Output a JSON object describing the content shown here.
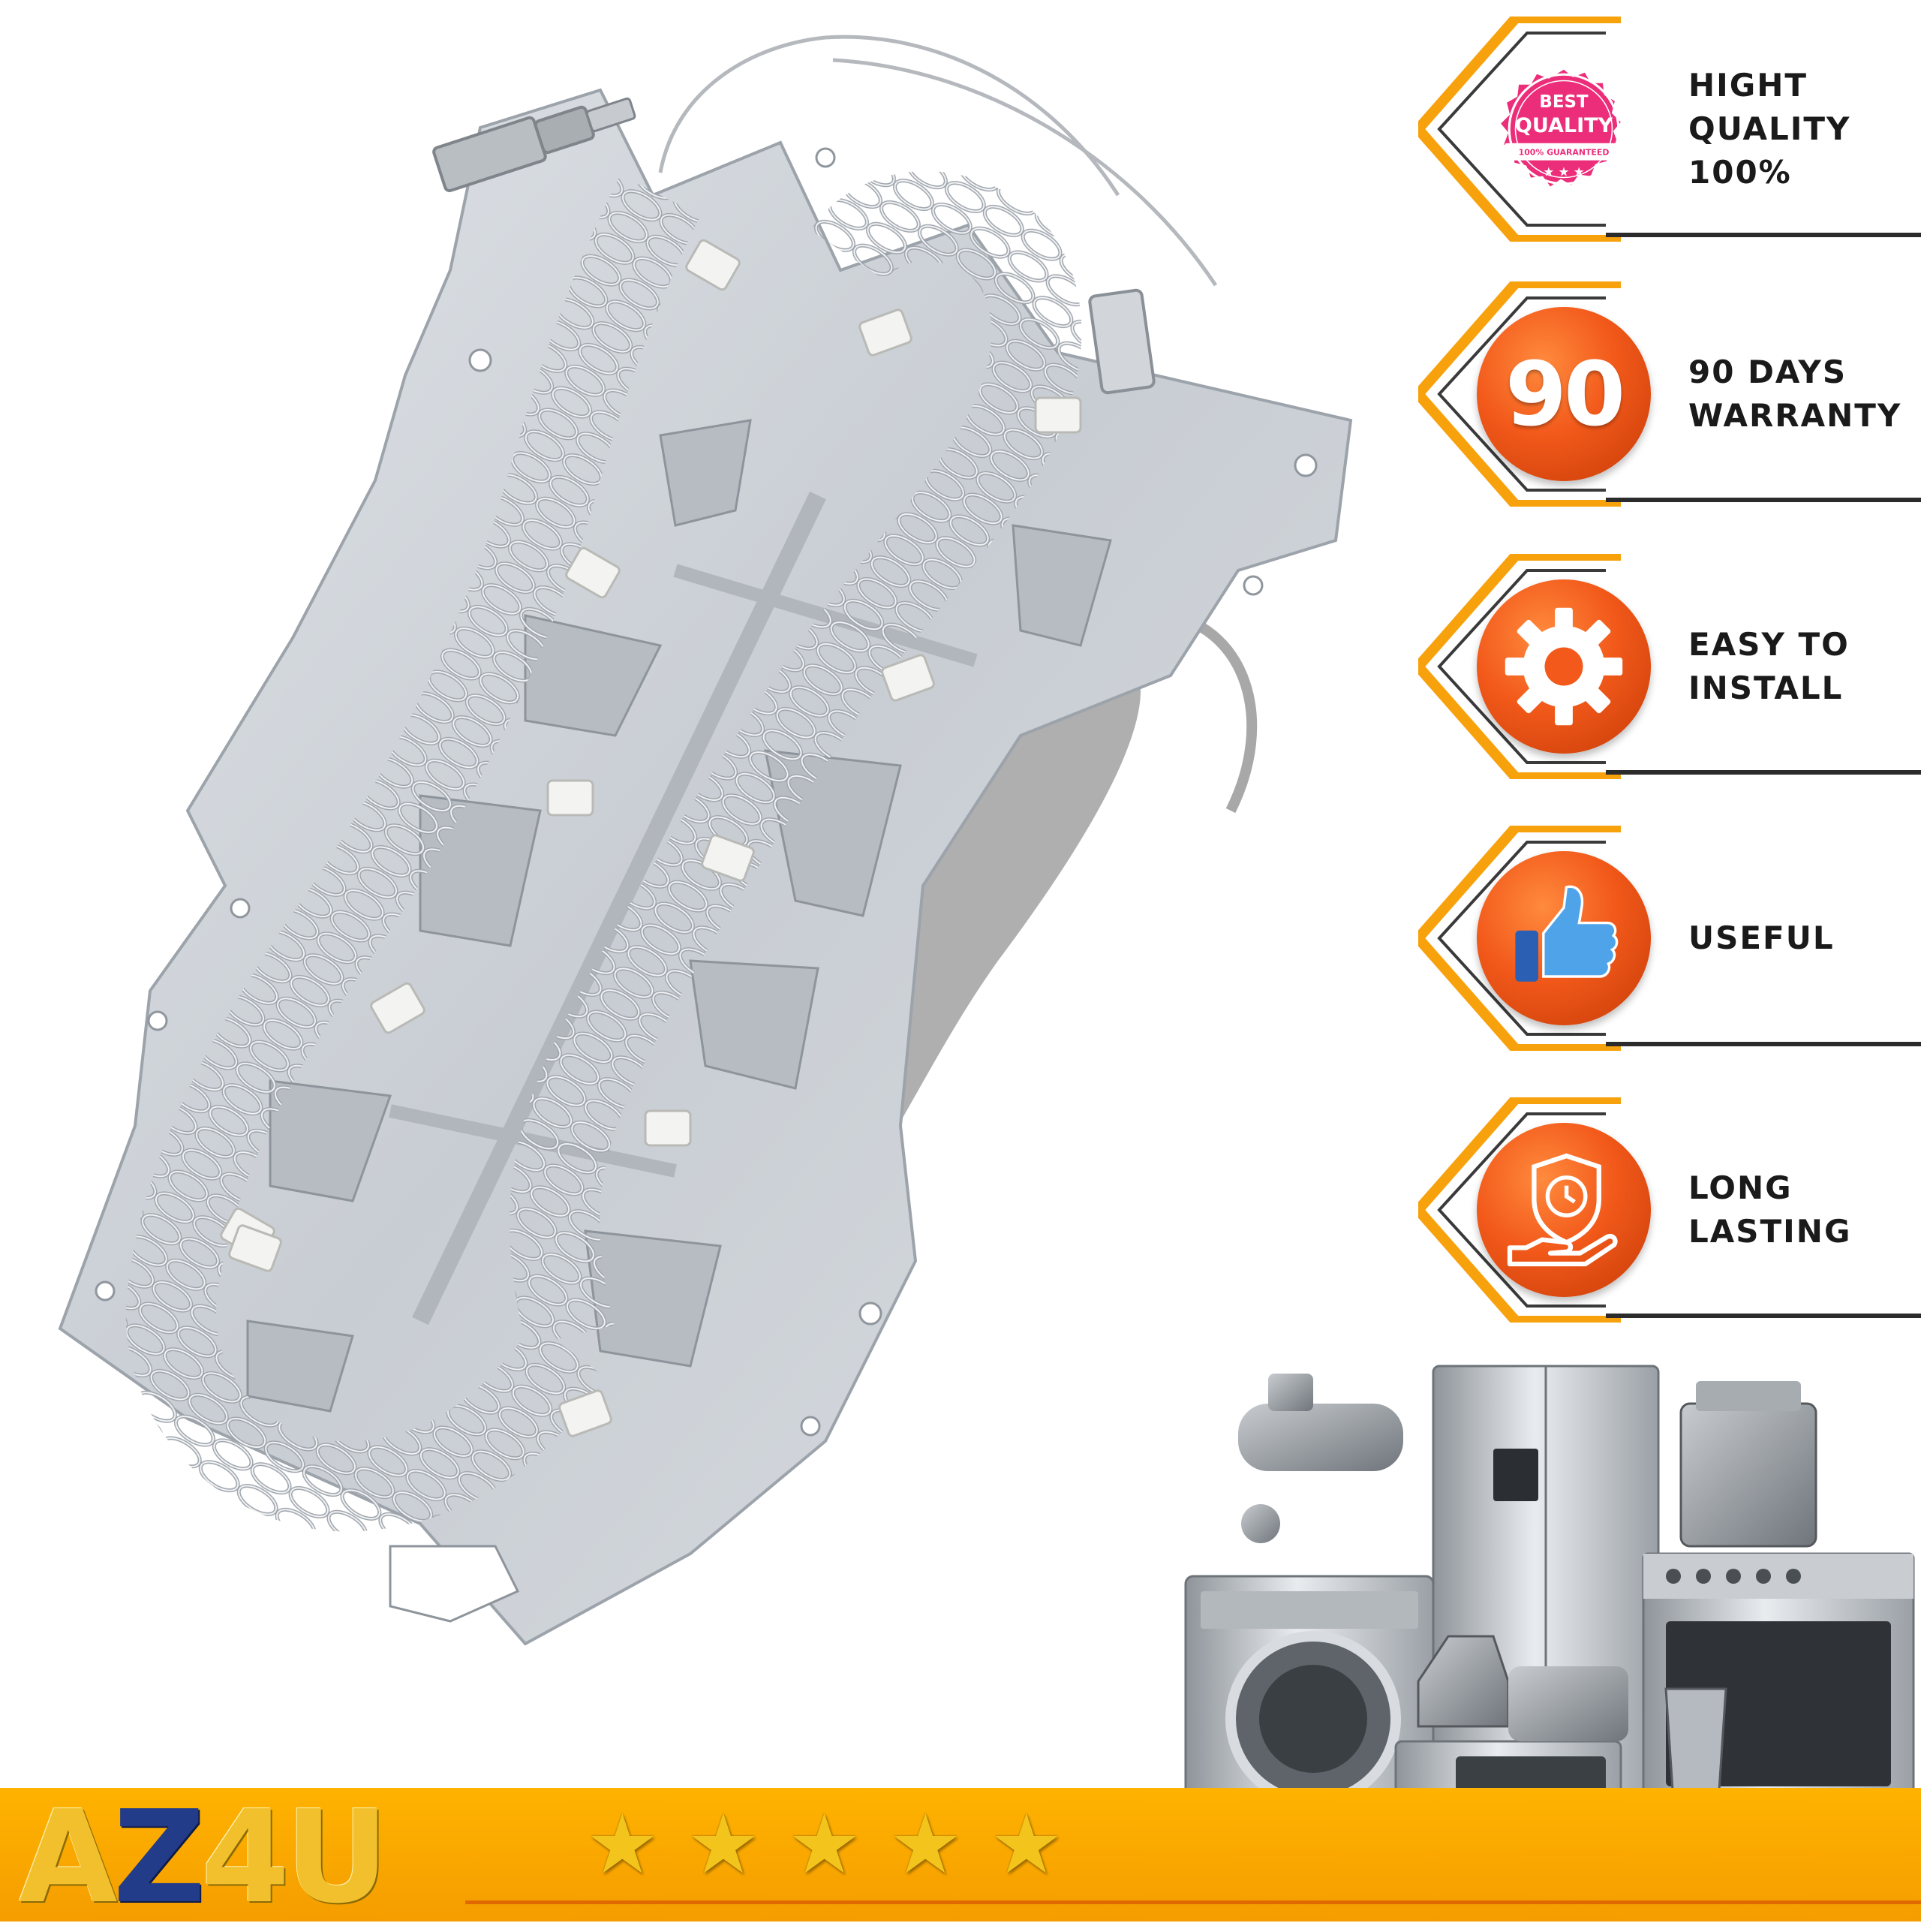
{
  "features": [
    {
      "id": "quality",
      "lines": [
        "HIGHT",
        "QUALITY",
        "100%"
      ],
      "icon": "best-quality-seal-icon",
      "seal_text": {
        "top": "BEST",
        "main": "QUALITY",
        "ribbon": "100% GUARANTEED"
      }
    },
    {
      "id": "warranty",
      "lines": [
        "90 DAYS",
        "WARRANTY"
      ],
      "icon": "ninety-badge-icon",
      "badge_text": "90"
    },
    {
      "id": "install",
      "lines": [
        "EASY TO",
        "INSTALL"
      ],
      "icon": "gear-icon"
    },
    {
      "id": "useful",
      "lines": [
        "USEFUL"
      ],
      "icon": "thumbs-up-icon"
    },
    {
      "id": "lasting",
      "lines": [
        "LONG",
        "LASTING"
      ],
      "icon": "shield-clock-hand-icon"
    }
  ],
  "product": {
    "icon": "dryer-heating-element-image"
  },
  "appliances": {
    "icon": "home-appliances-image"
  },
  "brand": {
    "logo_prefix": "AZ",
    "logo_suffix": "4U",
    "logo_a": "A",
    "logo_z": "Z",
    "logo_4u": "4U"
  },
  "rating": {
    "stars": 5,
    "star_glyph": "★"
  },
  "colors": {
    "accent": "#f2591a",
    "hex_orange": "#f7a10c",
    "bar": "#f8a700",
    "text": "#1a1a1a"
  }
}
